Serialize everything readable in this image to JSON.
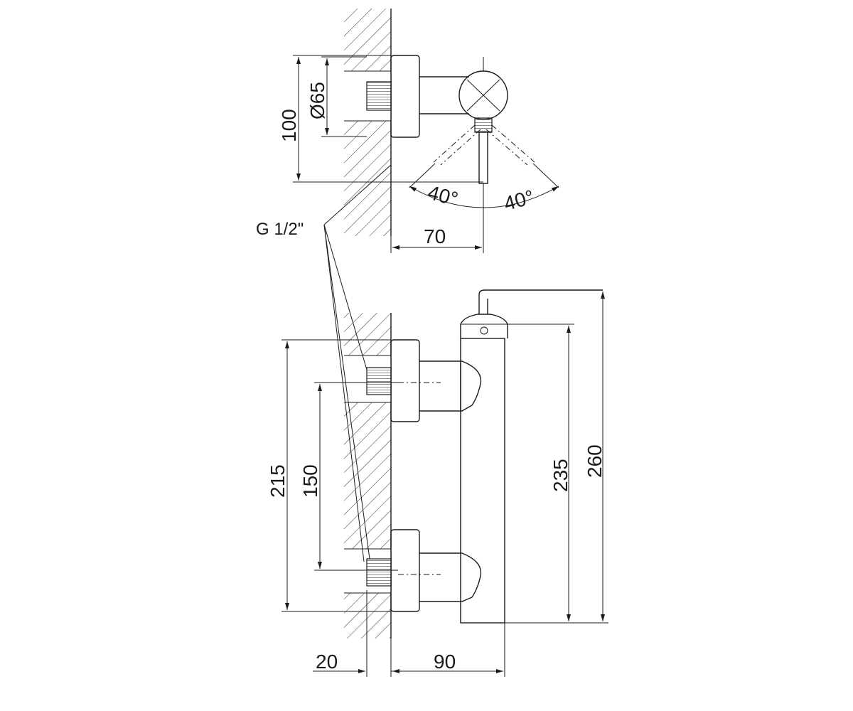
{
  "diagram": {
    "thread_label": "G 1/2\"",
    "top_view": {
      "dims": {
        "height_outer": "100",
        "rosette_diameter": "Ø65",
        "depth": "70",
        "angle_left": "40°",
        "angle_right": "40°"
      }
    },
    "front_view": {
      "dims": {
        "rosette_span": "215",
        "center_distance": "150",
        "body_height": "235",
        "total_height": "260",
        "wall_offset": "20",
        "depth": "90"
      }
    }
  }
}
